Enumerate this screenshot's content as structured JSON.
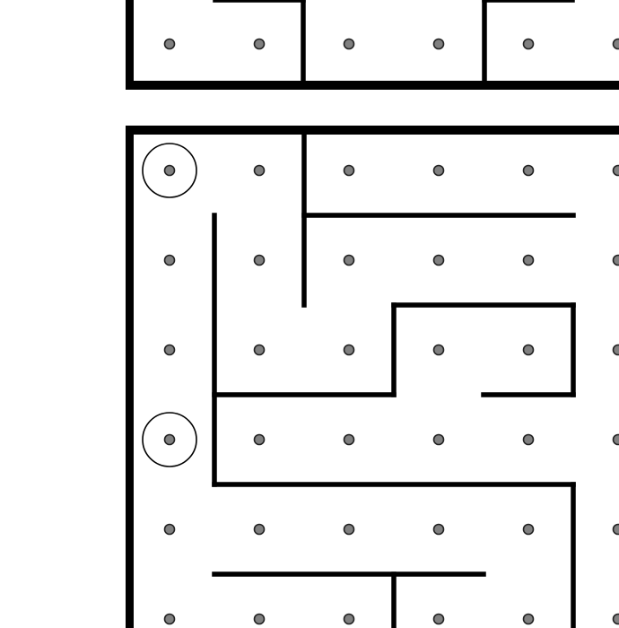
{
  "game": {
    "type": "maze",
    "colors": {
      "background": "#ffffff",
      "wall": "#000000",
      "dot_fill": "#808080",
      "dot_stroke": "#222222",
      "marker_stroke": "#000000"
    },
    "dot_icon": "grey-dot",
    "marker_icon": "circle-ring",
    "markers": [
      {
        "row": 0,
        "col": 0
      },
      {
        "row": 3,
        "col": 0
      }
    ]
  }
}
